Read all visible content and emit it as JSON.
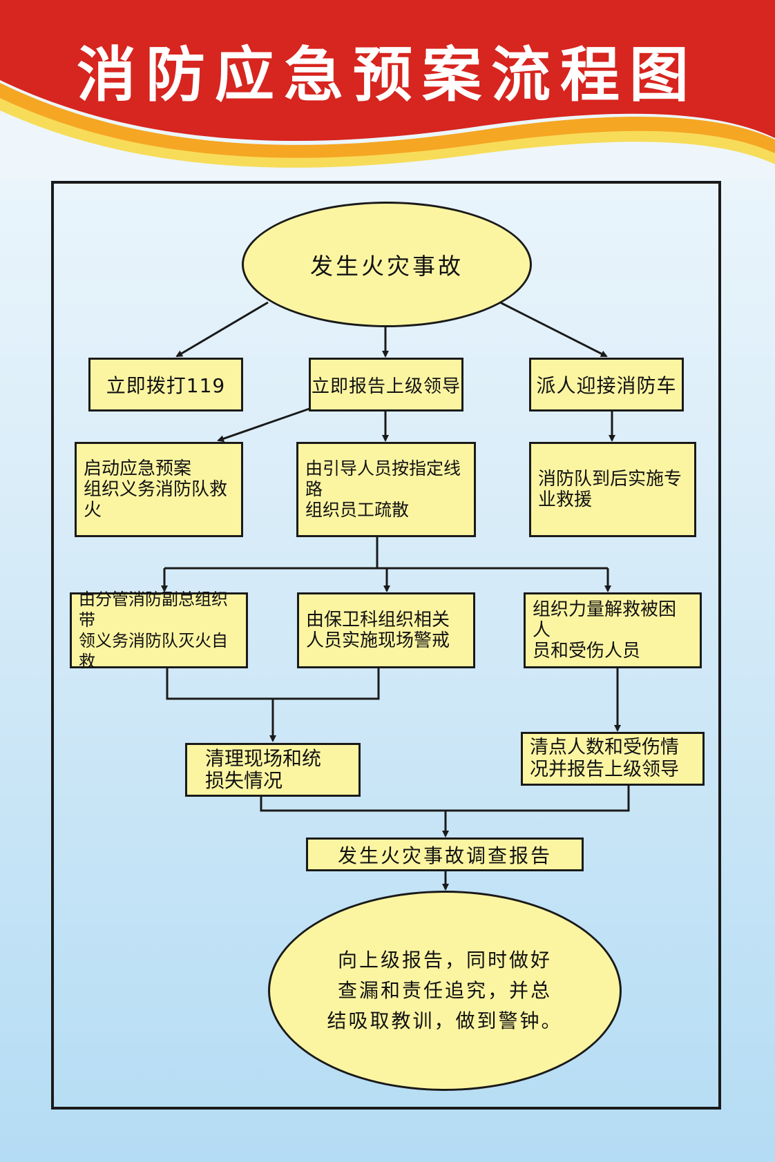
{
  "header": {
    "title": "消防应急预案流程图"
  },
  "colors": {
    "banner_red": "#d7251f",
    "stripe_orange": "#f5a623",
    "box_fill": "#fbf5a2",
    "line": "#1a1a1a"
  },
  "nodes": {
    "start": "发生火灾事故",
    "call_119": "立即拨打119",
    "report_superior": "立即报告上级领导",
    "meet_fire_truck": "派人迎接消防车",
    "emergency_plan": [
      "启动应急预案",
      "组织义务消防队救火"
    ],
    "evacuation": [
      "由引导人员按指定线路",
      "组织员工疏散"
    ],
    "fire_brigade_rescue": [
      "消防队到后实施专",
      "业救援"
    ],
    "deputy_fire_team": [
      "由分管消防副总组织带",
      "领义务消防队灭火自救"
    ],
    "security_cordon": [
      "由保卫科组织相关",
      "人员实施现场警戒"
    ],
    "rescue_trapped": [
      "组织力量解救被困人",
      "员和受伤人员"
    ],
    "clean_site": [
      "清理现场和统",
      "损失情况"
    ],
    "count_people": [
      "清点人数和受伤情",
      "况并报告上级领导"
    ],
    "investigation_report": "发生火灾事故调查报告",
    "final": [
      "向上级报告，同时做好",
      "查漏和责任追究，并总",
      "结吸取教训，做到警钟。"
    ]
  }
}
